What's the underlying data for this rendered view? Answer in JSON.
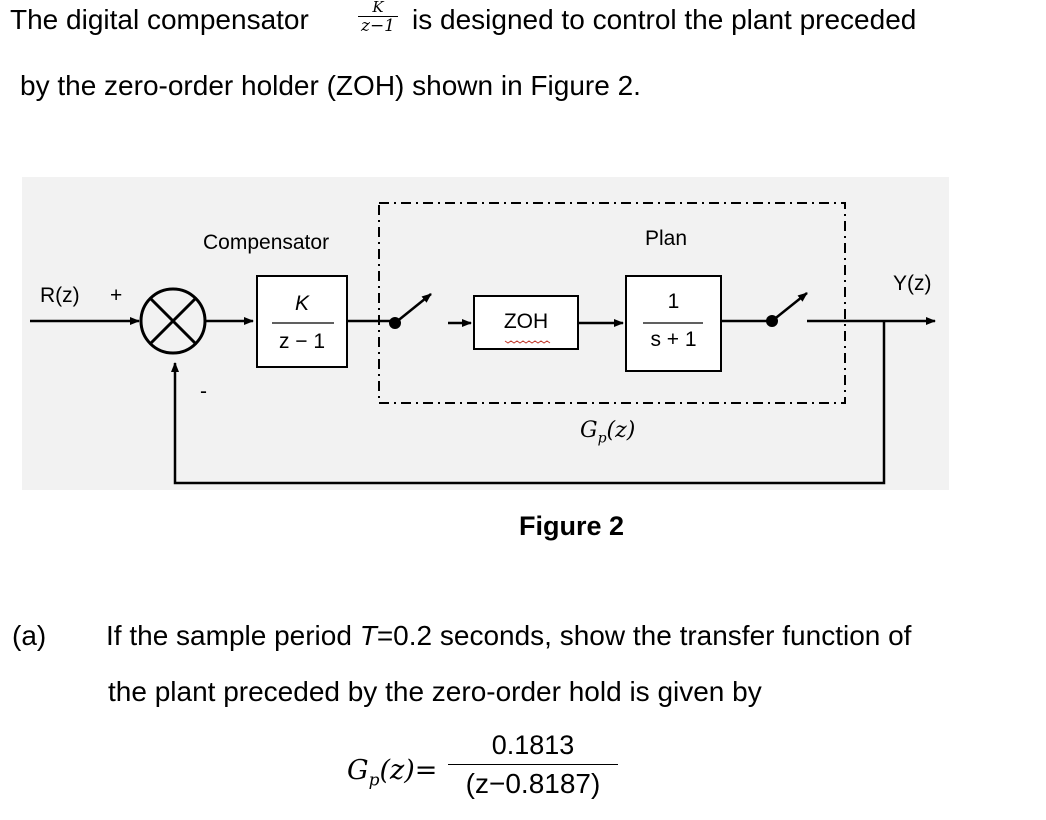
{
  "intro": {
    "before": "The digital compensator",
    "frac_num": "K",
    "frac_den": "z−1",
    "after": "is designed to control the plant preceded",
    "line2": "by the zero-order holder (ZOH) shown in Figure 2."
  },
  "diagram": {
    "input_label": "R(z)",
    "plus_sign": "+",
    "minus_sign": "-",
    "output_label": "Y(z)",
    "compensator_label": "Compensator",
    "plant_label": "Plan",
    "comp_block": {
      "num": "K",
      "den": "z − 1"
    },
    "zoh_label": "ZOH",
    "plant_block": {
      "num": "1",
      "den": "s + 1"
    },
    "gp_label": "G",
    "gp_sub": "p",
    "gp_arg": "(z)"
  },
  "figure_caption": "Figure 2",
  "question": {
    "label": "(a)",
    "line1": "If the sample period T=0.2 seconds, show the transfer function of",
    "line1_pre": "If the sample period ",
    "line1_var": "T",
    "line1_post": "=0.2 seconds, show the transfer function of",
    "line2": "the plant preceded by the zero-order hold is given by"
  },
  "equation": {
    "lhs": "G",
    "lhs_sub": "p",
    "lhs_arg": "(z)=",
    "numerator": "0.1813",
    "denominator": "(z−0.8187)"
  }
}
